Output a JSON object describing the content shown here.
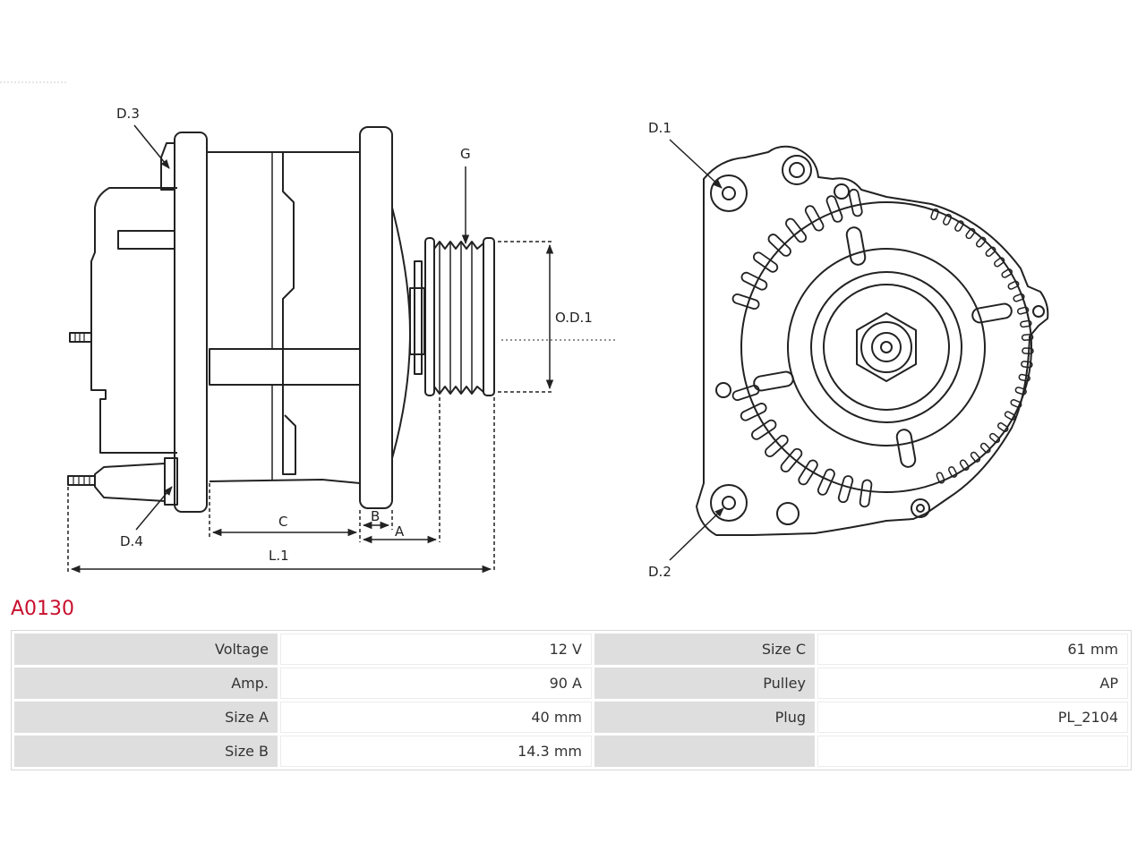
{
  "drawing": {
    "labels": {
      "d3": "D.3",
      "d4": "D.4",
      "g": "G",
      "od1": "O.D.1",
      "c": "C",
      "b": "B",
      "a": "A",
      "l1": "L.1",
      "d1": "D.1",
      "d2": "D.2"
    }
  },
  "part_code": "A0130",
  "specs": {
    "rows": [
      {
        "k1": "Voltage",
        "v1": "12 V",
        "k2": "Size C",
        "v2": "61 mm"
      },
      {
        "k1": "Amp.",
        "v1": "90 A",
        "k2": "Pulley",
        "v2": "AP"
      },
      {
        "k1": "Size A",
        "v1": "40 mm",
        "k2": "Plug",
        "v2": "PL_2104"
      },
      {
        "k1": "Size B",
        "v1": "14.3 mm",
        "k2": "",
        "v2": ""
      }
    ]
  }
}
